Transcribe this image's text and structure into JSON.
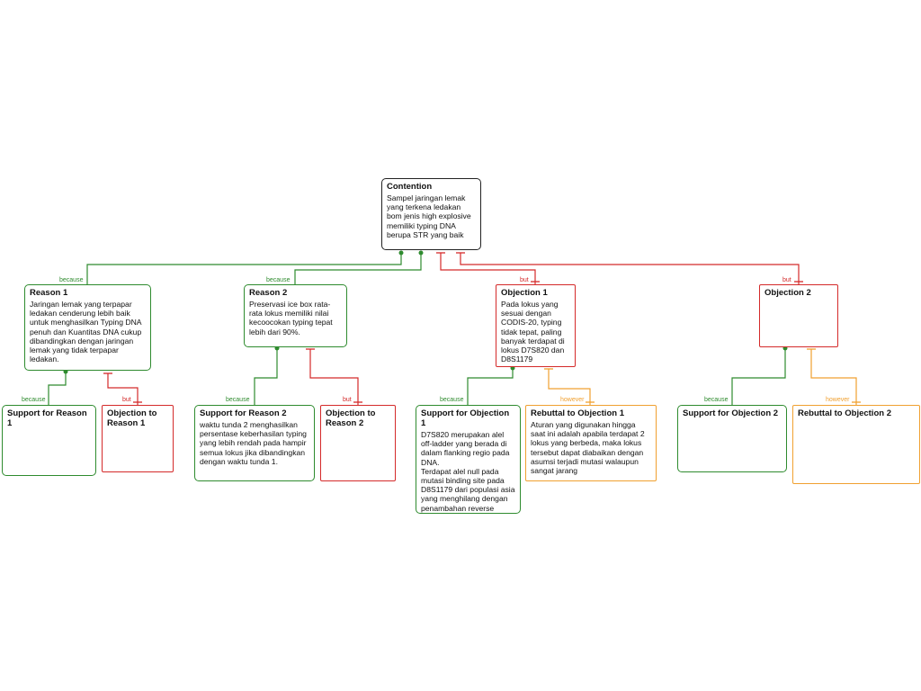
{
  "contention": {
    "title": "Contention",
    "text": "Sampel jaringan lemak yang terkena ledakan bom jenis high explosive memiliki typing DNA berupa STR yang baik"
  },
  "reason1": {
    "title": "Reason 1",
    "text": "Jaringan lemak yang terpapar ledakan cenderung lebih baik untuk menghasilkan Typing DNA penuh dan Kuantitas DNA cukup dibandingkan dengan jaringan lemak yang tidak terpapar ledakan."
  },
  "reason2": {
    "title": "Reason 2",
    "text": "Preservasi ice box rata-rata lokus memiliki nilai kecoocokan typing tepat lebih dari 90%."
  },
  "objection1": {
    "title": "Objection 1",
    "text": "Pada lokus yang sesuai dengan CODIS-20, typing tidak tepat, paling banyak terdapat di lokus D7S820 dan D8S1179"
  },
  "objection2": {
    "title": "Objection 2",
    "text": ""
  },
  "support_r1": {
    "title": "Support for Reason 1",
    "text": ""
  },
  "objection_r1": {
    "title": "Objection to Reason 1",
    "text": ""
  },
  "support_r2": {
    "title": "Support for Reason 2",
    "text": "waktu tunda 2 menghasilkan persentase keberhasilan typing yang lebih rendah pada hampir semua lokus jika dibandingkan dengan waktu tunda 1."
  },
  "objection_r2": {
    "title": "Objection to Reason 2",
    "text": ""
  },
  "support_o1": {
    "title": "Support for Objection 1",
    "text": "D7S820 merupakan alel off-ladder yang berada di dalam flanking regio pada DNA.\nTerdapat alel null pada mutasi binding site pada D8S1179 dari populasi asia yang menghilang dengan penambahan reverse primer."
  },
  "rebuttal_o1": {
    "title": "Rebuttal to Objection 1",
    "text": "Aturan yang digunakan hingga saat ini adalah apabila terdapat 2 lokus yang berbeda, maka lokus tersebut dapat diabaikan dengan asumsi terjadi mutasi walaupun sangat jarang"
  },
  "support_o2": {
    "title": "Support for Objection 2",
    "text": ""
  },
  "rebuttal_o2": {
    "title": "Rebuttal to Objection 2",
    "text": ""
  },
  "labels": {
    "because": "because",
    "but": "but",
    "however": "however"
  },
  "colors": {
    "support": "#2e8b2e",
    "objection": "#d42a2a",
    "rebuttal": "#f0a030",
    "contention": "#222222"
  }
}
